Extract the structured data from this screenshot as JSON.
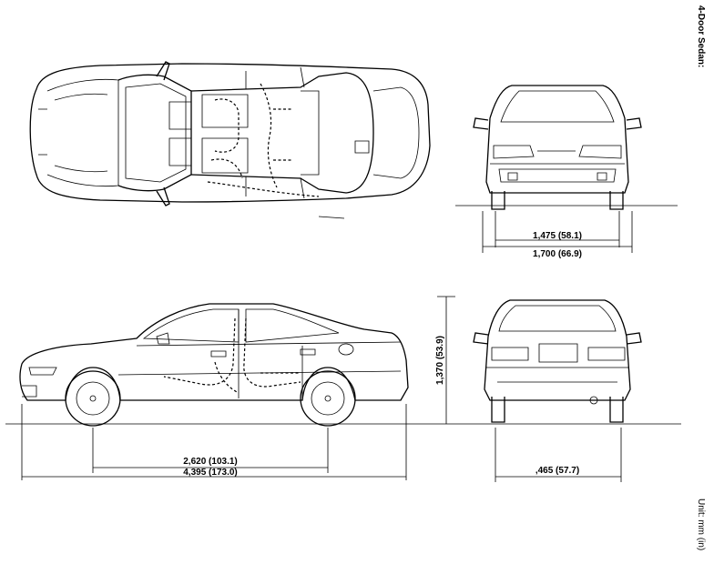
{
  "title": "4-Door Sedan:",
  "unit_note": "Unit: mm (in)",
  "dimensions": {
    "front_track": "1,475 (58.1)",
    "overall_width": "1,700 (66.9)",
    "overall_height": "1,370 (53.9)",
    "wheelbase": "2,620 (103.1)",
    "overall_length": "4,395 (173.0)",
    "rear_track": ",465 (57.7)"
  },
  "views": [
    "top-view",
    "front-view",
    "side-view",
    "rear-view"
  ]
}
